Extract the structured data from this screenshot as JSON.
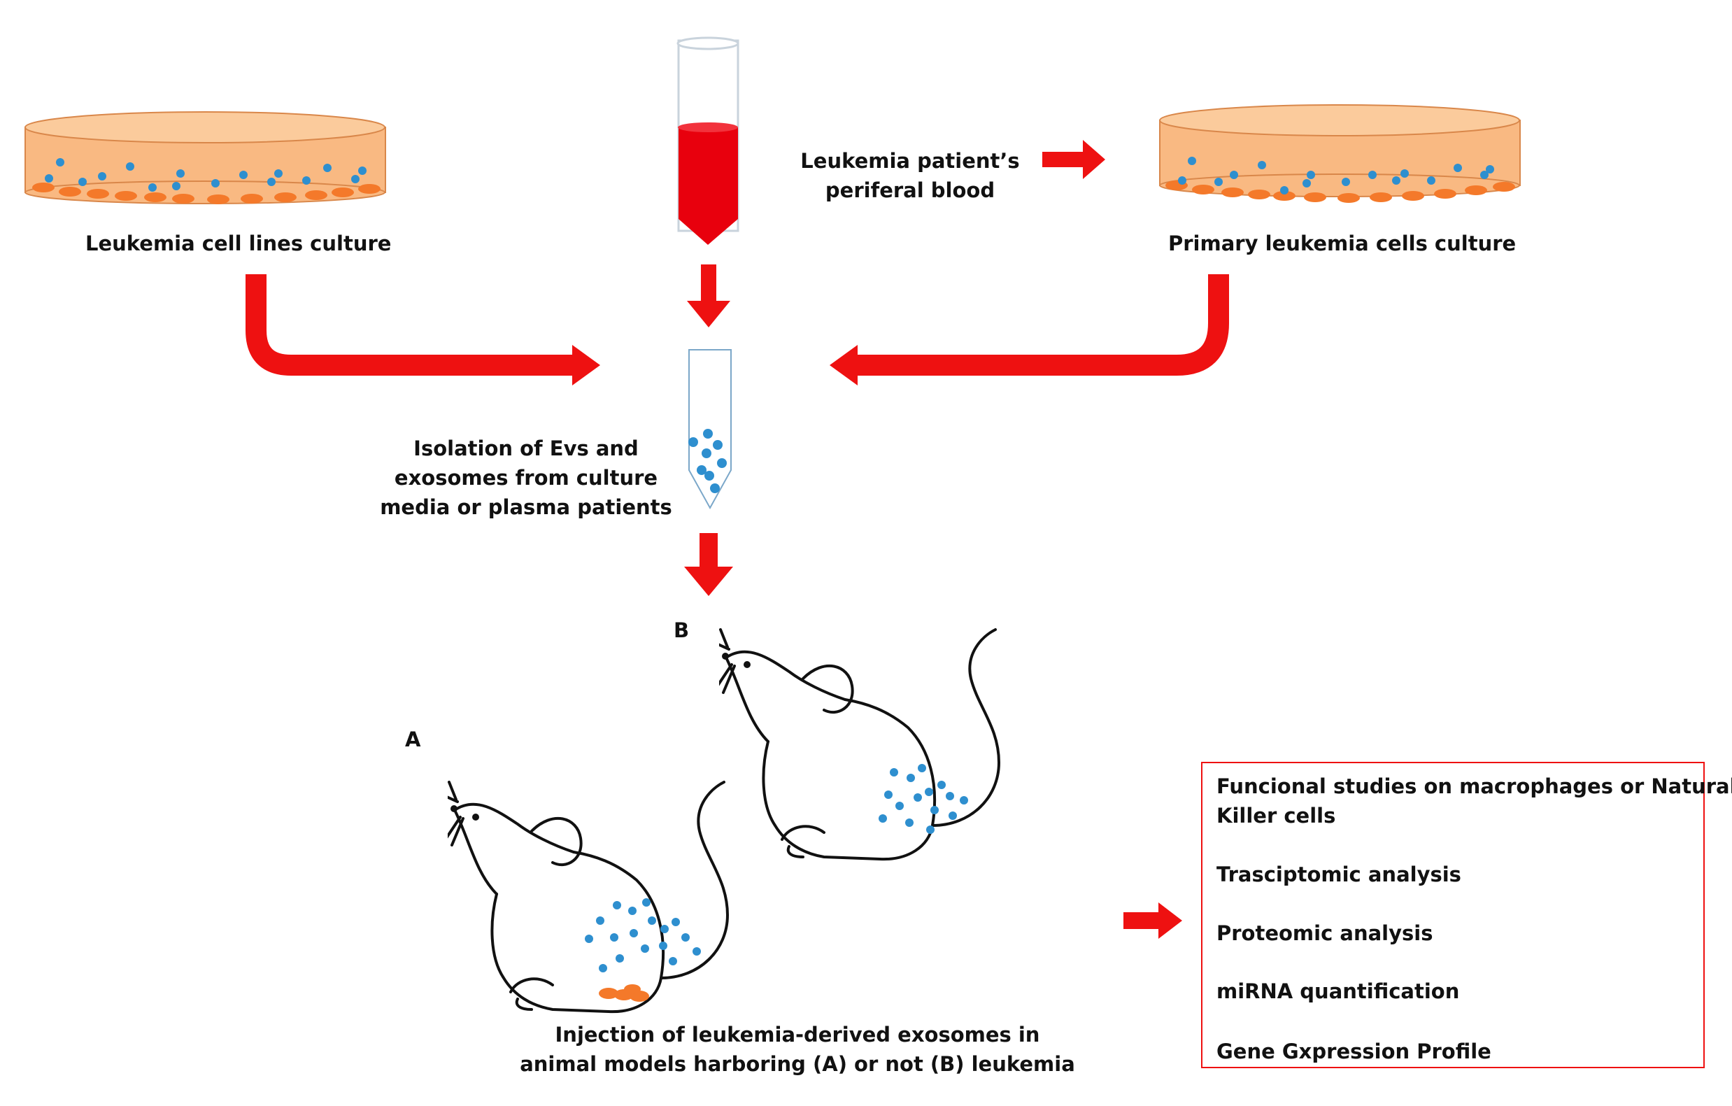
{
  "labels": {
    "cell_lines": "Leukemia cell lines culture",
    "blood_line1": "Leukemia patient’s",
    "blood_line2": "periferal blood",
    "primary": "Primary leukemia cells culture",
    "isolation_line1": "Isolation of Evs and",
    "isolation_line2": "exosomes from culture",
    "isolation_line3": "media or plasma patients",
    "mouse_a": "A",
    "mouse_b": "B",
    "injection_line1": "Injection of leukemia-derived exosomes in",
    "injection_line2": "animal models harboring (A) or not (B) leukemia"
  },
  "analysis_box": {
    "item1_line1": "Funcional studies on macrophages or Natural",
    "item1_line2": "Killer cells",
    "item2": "Trasciptomic analysis",
    "item3": "Proteomic analysis",
    "item4": "miRNA quantification",
    "item5": "Gene Gxpression Profile"
  },
  "colors": {
    "arrow": "#ee1111",
    "dish_fill": "#f9b982",
    "dish_cell": "#f4792a",
    "vesicle": "#2e8fcf",
    "blood": "#e8000d",
    "tube_outline": "#7ba7c9"
  }
}
